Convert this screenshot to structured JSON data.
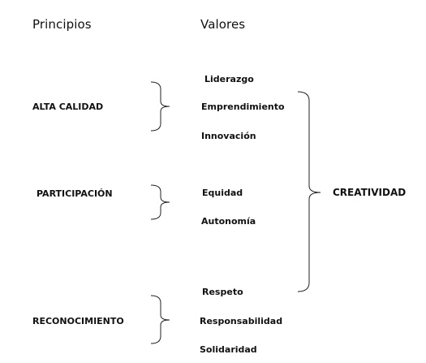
{
  "headers": {
    "principles": "Principios",
    "values": "Valores"
  },
  "principles": [
    {
      "label": "ALTA CALIDAD",
      "values": [
        "Liderazgo",
        "Emprendimiento",
        "Innovación"
      ]
    },
    {
      "label": "PARTICIPACIÓN",
      "values": [
        "Equidad",
        "Autonomía"
      ]
    },
    {
      "label": "RECONOCIMIENTO",
      "values": [
        "Respeto",
        "Responsabilidad",
        "Solidaridad"
      ]
    }
  ],
  "result": "CREATIVIDAD"
}
